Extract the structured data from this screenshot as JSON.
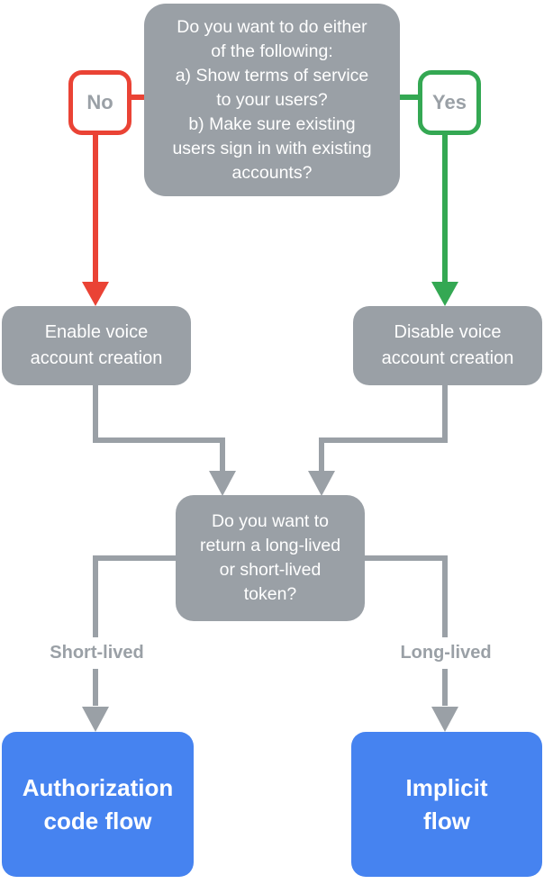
{
  "diagram": {
    "type": "flowchart",
    "nodes": {
      "top_question": {
        "text": "Do you want to do either\nof the following:\na) Show terms of service\nto your users?\nb) Make sure existing\nusers sign in with existing\naccounts?"
      },
      "no_badge": {
        "text": "No"
      },
      "yes_badge": {
        "text": "Yes"
      },
      "enable_voice": {
        "text": "Enable voice\naccount creation"
      },
      "disable_voice": {
        "text": "Disable voice\naccount creation"
      },
      "token_question": {
        "text": "Do you want to\nreturn a long-lived\nor short-lived\ntoken?"
      },
      "short_lived_label": {
        "text": "Short-lived"
      },
      "long_lived_label": {
        "text": "Long-lived"
      },
      "authorization_code_flow": {
        "text": "Authorization\ncode flow"
      },
      "implicit_flow": {
        "text": "Implicit\nflow"
      }
    },
    "edges": [
      {
        "from": "top_question",
        "to": "enable_voice",
        "label": "No",
        "color": "#EA4335"
      },
      {
        "from": "top_question",
        "to": "disable_voice",
        "label": "Yes",
        "color": "#34A853"
      },
      {
        "from": "enable_voice",
        "to": "token_question",
        "label": "",
        "color": "#9AA0A6"
      },
      {
        "from": "disable_voice",
        "to": "token_question",
        "label": "",
        "color": "#9AA0A6"
      },
      {
        "from": "token_question",
        "to": "authorization_code_flow",
        "label": "Short-lived",
        "color": "#9AA0A6"
      },
      {
        "from": "token_question",
        "to": "implicit_flow",
        "label": "Long-lived",
        "color": "#9AA0A6"
      }
    ],
    "colors": {
      "node-gray": "#9AA0A6",
      "connector-gray": "#9AA0A6",
      "no-red": "#EA4335",
      "yes-green": "#34A853",
      "result-blue": "#4683F0",
      "label-gray": "#9AA0A6",
      "text-white": "#FFFFFF"
    }
  }
}
